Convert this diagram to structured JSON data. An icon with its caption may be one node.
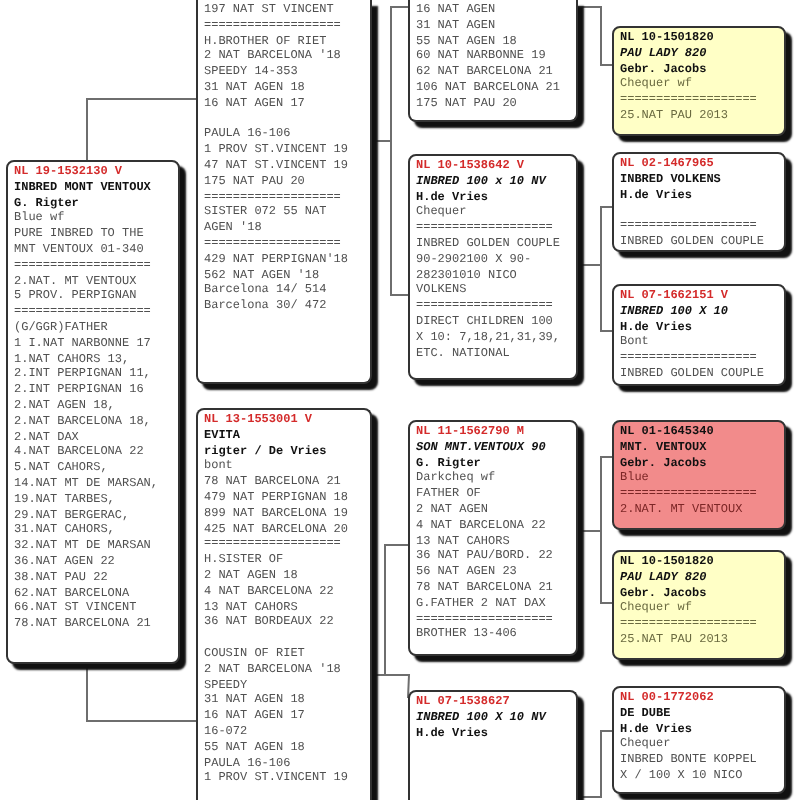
{
  "diagram": {
    "nodes": [
      {
        "text": [
          "NL 19-1532130 V",
          "INBRED MONT VENTOUX",
          "G. Rigter",
          "Blue wf",
          "PURE INBRED TO THE MNT VENTOUX 01-340",
          "===================",
          "2.NAT. MT VENTOUX",
          "5 PROV. PERPIGNAN",
          "===================",
          "(G/GGR)FATHER",
          "1 I.NAT NARBONNE 17",
          "1.NAT CAHORS 13,",
          "2.INT PERPIGNAN 11,",
          "2.INT PERPIGNAN 16",
          "2.NAT AGEN 18,",
          "2.NAT BARCELONA 18,",
          "2.NAT DAX",
          "4.NAT BARCELONA 22",
          "5.NAT CAHORS,",
          "14.NAT MT DE MARSAN,",
          "19.NAT TARBES,",
          "29.NAT BERGERAC,",
          "31.NAT CAHORS,",
          "32.NAT MT DE MARSAN",
          "36.NAT AGEN 22",
          "38.NAT PAU 22",
          "62.NAT BARCELONA",
          "66.NAT ST VINCENT",
          "78.NAT BARCELONA 21"
        ]
      },
      {
        "text": [
          "197 NAT ST VINCENT",
          "===================",
          "H.BROTHER OF RIET",
          "2 NAT BARCELONA '18",
          "SPEEDY 14-353",
          "31 NAT AGEN 18",
          "16 NAT AGEN 17",
          "PAULA 16-106",
          "1 PROV ST.VINCENT 19",
          "47 NAT ST.VINCENT 19",
          "175 NAT PAU 20",
          "===================",
          "SISTER 072 55 NAT AGEN '18",
          "===================",
          "429 NAT PERPIGNAN'18",
          "562 NAT AGEN '18",
          "Barcelona 14/ 514",
          "Barcelona 30/ 472"
        ]
      },
      {
        "text": [
          "NL 13-1553001 V",
          "EVITA",
          "rigter / De Vries",
          "bont",
          "78 NAT BARCELONA 21",
          "479 NAT PERPIGNAN 18",
          "899 NAT BARCELONA 19",
          "425 NAT BARCELONA 20",
          "===================",
          "H.SISTER OF",
          "2 NAT AGEN 18",
          "4 NAT BARCELONA 22",
          "13 NAT CAHORS",
          "36 NAT BORDEAUX 22",
          "COUSIN OF RIET",
          "2 NAT BARCELONA '18",
          "SPEEDY",
          "31 NAT AGEN 18",
          "16 NAT AGEN 17",
          "16-072",
          "55 NAT AGEN 18",
          "PAULA 16-106",
          "1 PROV ST.VINCENT 19"
        ]
      },
      {
        "text": [
          "16 NAT AGEN",
          "31 NAT AGEN",
          "55 NAT AGEN 18",
          "60 NAT NARBONNE 19",
          "62 NAT BARCELONA 21",
          "106 NAT BARCELONA 21",
          "175 NAT PAU 20"
        ]
      },
      {
        "text": [
          "NL 10-1538642 V",
          "INBRED 100 x 10 NV",
          "H.de Vries",
          "Chequer",
          "===================",
          "INBRED GOLDEN COUPLE 90-2902100 X 90-282301010 NICO VOLKENS",
          "===================",
          "DIRECT CHILDREN 100 X 10: 7,18,21,31,39, ETC. NATIONAL"
        ]
      },
      {
        "text": [
          "NL 11-1562790 M",
          "SON MNT.VENTOUX 90",
          "G. Rigter",
          "Darkcheq wf",
          "FATHER OF",
          "2 NAT AGEN",
          "4 NAT BARCELONA 22",
          "13 NAT CAHORS",
          "36 NAT PAU/BORD. 22",
          "56 NAT AGEN 23",
          "78 NAT BARCELONA 21",
          "G.FATHER 2 NAT DAX",
          "===================",
          "BROTHER 13-406"
        ]
      },
      {
        "text": [
          "NL 07-1538627",
          "INBRED 100 X 10 NV",
          "H.de Vries"
        ]
      },
      {
        "text": [
          "NL 10-1501820",
          "PAU LADY 820",
          "Gebr. Jacobs",
          "Chequer wf",
          "===================",
          "25.NAT PAU 2013"
        ]
      },
      {
        "text": [
          "NL 02-1467965",
          "INBRED VOLKENS",
          "H.de Vries",
          "===================",
          "INBRED GOLDEN COUPLE"
        ]
      },
      {
        "text": [
          "NL 07-1662151 V",
          "INBRED 100 X 10",
          "H.de Vries",
          "Bont",
          "===================",
          "INBRED GOLDEN COUPLE"
        ]
      },
      {
        "text": [
          "NL 01-1645340",
          "MNT. VENTOUX",
          "Gebr. Jacobs",
          "Blue",
          "===================",
          "2.NAT. MT VENTOUX"
        ]
      },
      {
        "text": [
          "NL 10-1501820",
          "PAU LADY 820",
          "Gebr. Jacobs",
          "Chequer wf",
          "===================",
          "25.NAT PAU 2013"
        ]
      },
      {
        "text": [
          "NL 00-1772062",
          "DE DUBE",
          "H.de Vries",
          "Chequer",
          "INBRED BONTE KOPPEL X / 100 X 10 NICO"
        ]
      }
    ],
    "edges": [
      {
        "from": 0,
        "to": 1,
        "arrow": "none"
      },
      {
        "from": 0,
        "to": 2,
        "arrow": "none"
      },
      {
        "from": 1,
        "to": 3,
        "arrow": "none"
      },
      {
        "from": 1,
        "to": 4,
        "arrow": "none"
      },
      {
        "from": 2,
        "to": 5,
        "arrow": "none"
      },
      {
        "from": 2,
        "to": 6,
        "arrow": "none"
      },
      {
        "from": 3,
        "to": 7,
        "arrow": "none"
      },
      {
        "from": 4,
        "to": 8,
        "arrow": "none"
      },
      {
        "from": 4,
        "to": 9,
        "arrow": "none"
      },
      {
        "from": 5,
        "to": 10,
        "arrow": "none"
      },
      {
        "from": 5,
        "to": 11,
        "arrow": "none"
      },
      {
        "from": 6,
        "to": 12,
        "arrow": "none"
      }
    ]
  }
}
